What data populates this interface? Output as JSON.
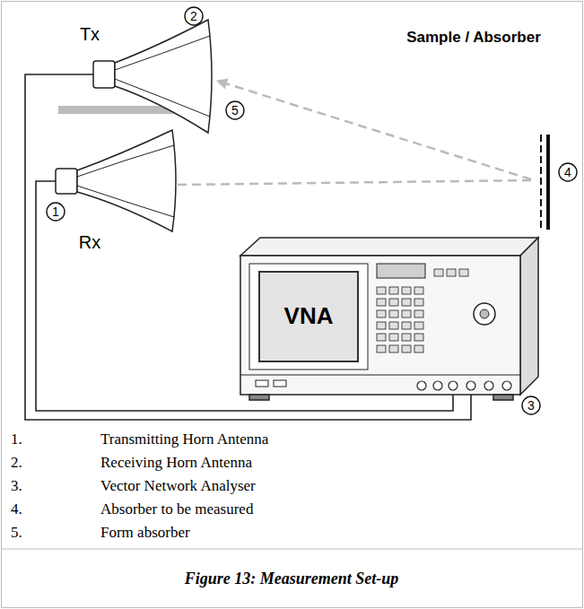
{
  "diagram": {
    "caption": "Figure 13: Measurement Set-up",
    "nodes": [
      {
        "text": [
          "VNA"
        ]
      }
    ],
    "labels": [
      "Tx",
      "2",
      "5",
      "1",
      "Rx",
      "Sample / Absorber",
      "4",
      "3",
      "1.",
      "Transmitting Horn Antenna",
      "2.",
      "Receiving Horn Antenna",
      "3.",
      "Vector Network Analyser",
      "4.",
      "Absorber to be measured",
      "5.",
      "Form absorber"
    ]
  }
}
